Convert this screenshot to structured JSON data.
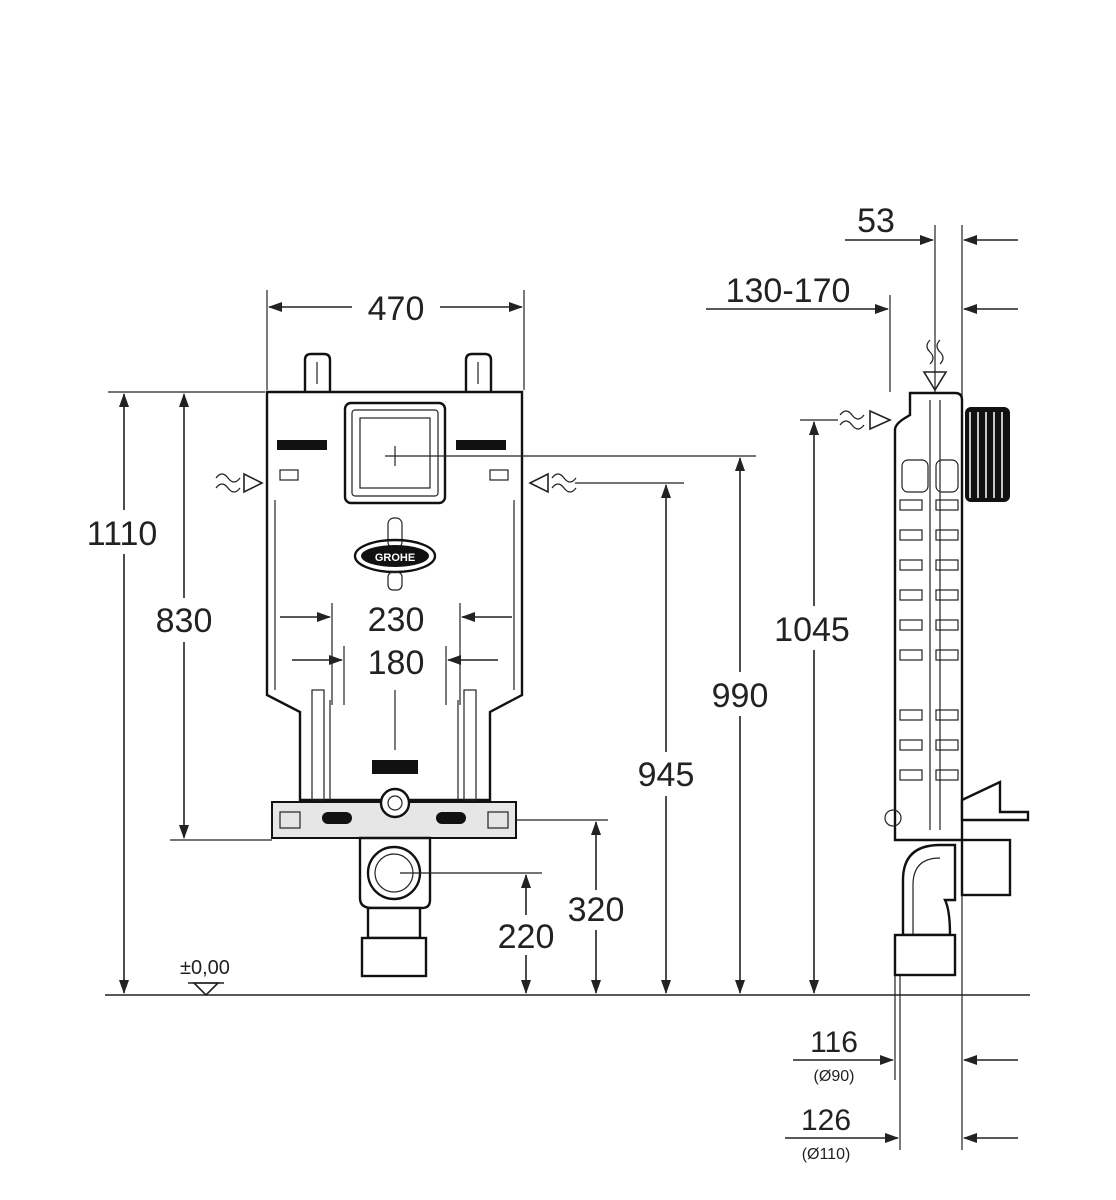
{
  "front_view": {
    "width_top": "470",
    "height_total": "1110",
    "height_frame_bottom": "830",
    "bolt_spacing_outer": "230",
    "bolt_spacing_inner": "180",
    "drain_center_height": "220",
    "frame_foot_height": "320",
    "water_inlet_side_height": "945",
    "flush_plate_center_height": "990",
    "floor_level": "±0,00"
  },
  "side_view": {
    "wall_offset_top": "53",
    "depth_range": "130-170",
    "water_inlet_top_height": "1045",
    "pipe_offset_small": "116",
    "pipe_diameter_small": "(Ø90)",
    "pipe_offset_large": "126",
    "pipe_diameter_large": "(Ø110)"
  },
  "logo_text": "GROHE"
}
